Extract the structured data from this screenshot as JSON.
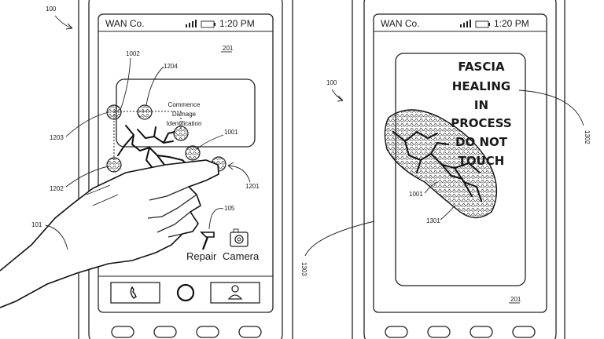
{
  "left_phone": {
    "carrier": "WAN Co.",
    "time": "1:20 PM",
    "screen_ref": "201",
    "dialog_lines": [
      "Commence",
      "Damage",
      "Identification"
    ],
    "repair_label": "Repair",
    "camera_label": "Camera",
    "nav_icons": [
      "phone-icon",
      "home-icon",
      "contacts-icon"
    ]
  },
  "right_phone": {
    "carrier": "WAN Co.",
    "time": "1:20 PM",
    "screen_ref": "201",
    "warning_lines": [
      "FASCIA",
      "HEALING",
      "IN",
      "PROCESS",
      "DO NOT",
      "TOUCH"
    ]
  },
  "refs": {
    "r100_left": "100",
    "r100_right": "100",
    "r1002": "1002",
    "r1204": "1204",
    "r1203": "1203",
    "r1202": "1202",
    "r1001_left": "1001",
    "r1201": "1201",
    "r105": "105",
    "r101": "101",
    "r1302": "1302",
    "r1001_right": "1001",
    "r1301": "1301",
    "r1303": "1303"
  }
}
